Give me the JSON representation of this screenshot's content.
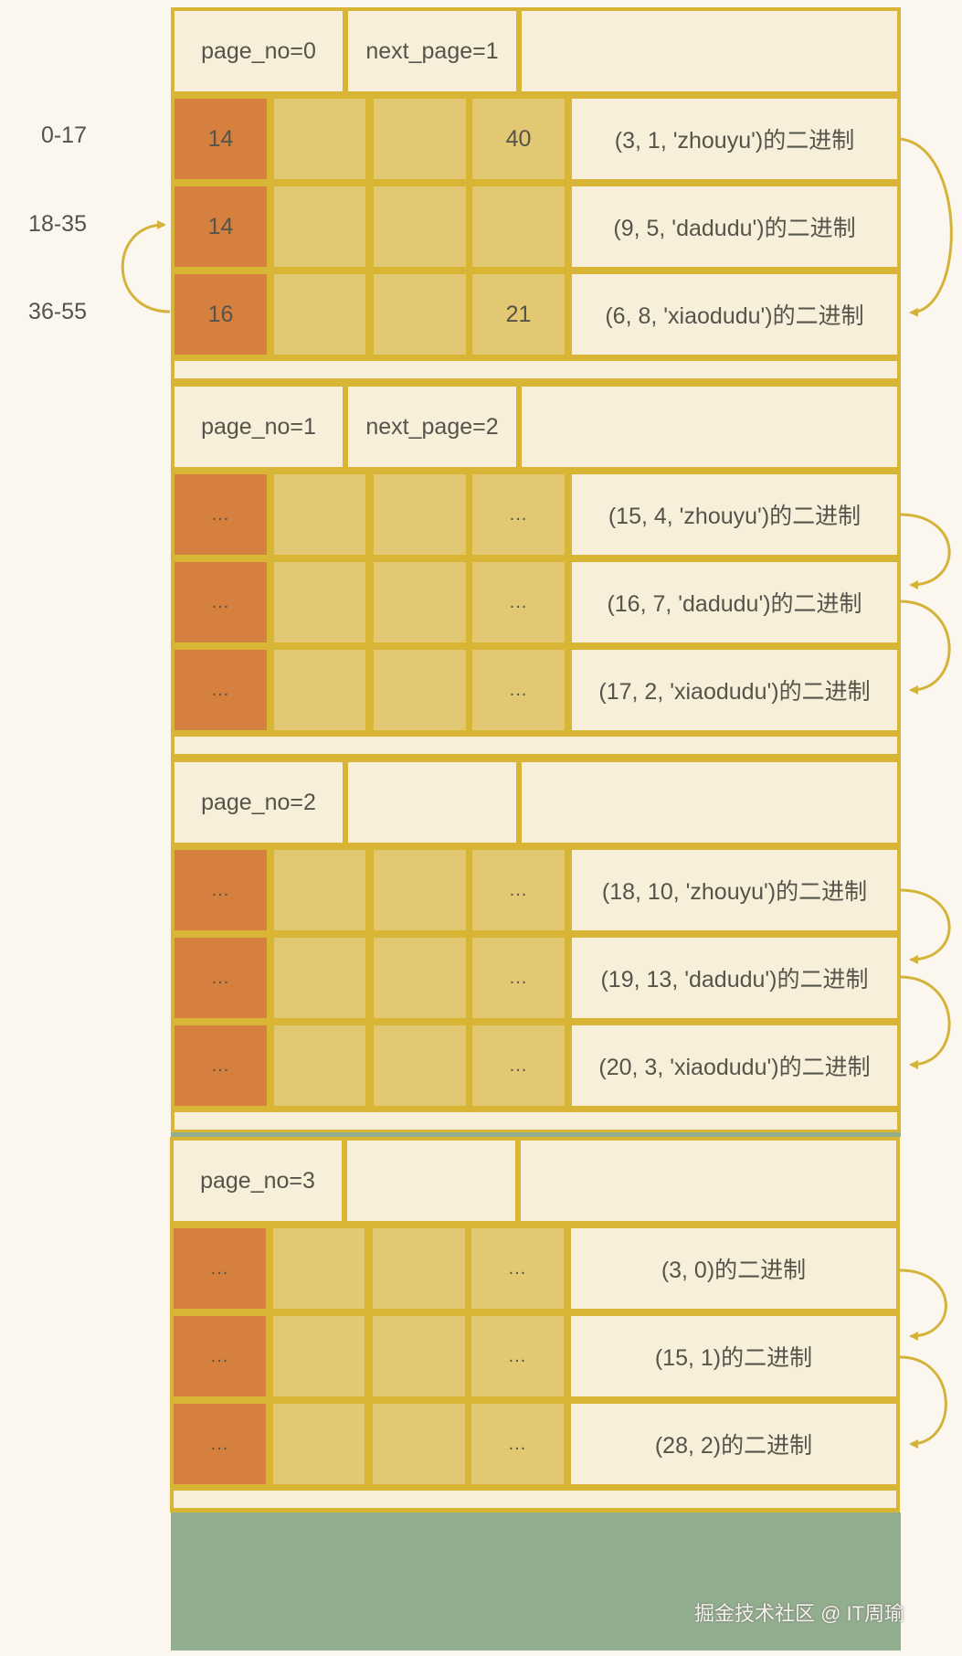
{
  "side_labels": [
    "0-17",
    "18-35",
    "36-55"
  ],
  "pages": [
    {
      "header": {
        "page_no": "page_no=0",
        "next_page": "next_page=1"
      },
      "rows": [
        {
          "c1": "14",
          "c2": "",
          "c3": "",
          "c4": "40",
          "record": "(3, 1, 'zhouyu')的二进制"
        },
        {
          "c1": "14",
          "c2": "",
          "c3": "",
          "c4": "",
          "record": "(9, 5, 'dadudu')的二进制"
        },
        {
          "c1": "16",
          "c2": "",
          "c3": "",
          "c4": "21",
          "record": "(6, 8, 'xiaodudu')的二进制"
        }
      ]
    },
    {
      "header": {
        "page_no": "page_no=1",
        "next_page": "next_page=2"
      },
      "rows": [
        {
          "c1": "...",
          "c2": "",
          "c3": "",
          "c4": "...",
          "record": "(15, 4, 'zhouyu')的二进制"
        },
        {
          "c1": "...",
          "c2": "",
          "c3": "",
          "c4": "...",
          "record": "(16, 7, 'dadudu')的二进制"
        },
        {
          "c1": "...",
          "c2": "",
          "c3": "",
          "c4": "...",
          "record": "(17, 2, 'xiaodudu')的二进制"
        }
      ]
    },
    {
      "header": {
        "page_no": "page_no=2",
        "next_page": ""
      },
      "rows": [
        {
          "c1": "...",
          "c2": "",
          "c3": "",
          "c4": "...",
          "record": "(18, 10, 'zhouyu')的二进制"
        },
        {
          "c1": "...",
          "c2": "",
          "c3": "",
          "c4": "...",
          "record": "(19, 13, 'dadudu')的二进制"
        },
        {
          "c1": "...",
          "c2": "",
          "c3": "",
          "c4": "...",
          "record": "(20, 3, 'xiaodudu')的二进制"
        }
      ]
    },
    {
      "header": {
        "page_no": "page_no=3",
        "next_page": ""
      },
      "rows": [
        {
          "c1": "...",
          "c2": "",
          "c3": "",
          "c4": "...",
          "record": "(3, 0)的二进制"
        },
        {
          "c1": "...",
          "c2": "",
          "c3": "",
          "c4": "...",
          "record": "(15, 1)的二进制"
        },
        {
          "c1": "...",
          "c2": "",
          "c3": "",
          "c4": "...",
          "record": "(28, 2)的二进制"
        }
      ]
    }
  ],
  "watermark": "掘金技术社区 @ IT周瑜",
  "colors": {
    "background": "#fbf7ee",
    "border": "#d9b535",
    "cream": "#f7efd9",
    "orange": "#d6803f",
    "yellow": "#e3c873",
    "green": "#93ad8f"
  }
}
